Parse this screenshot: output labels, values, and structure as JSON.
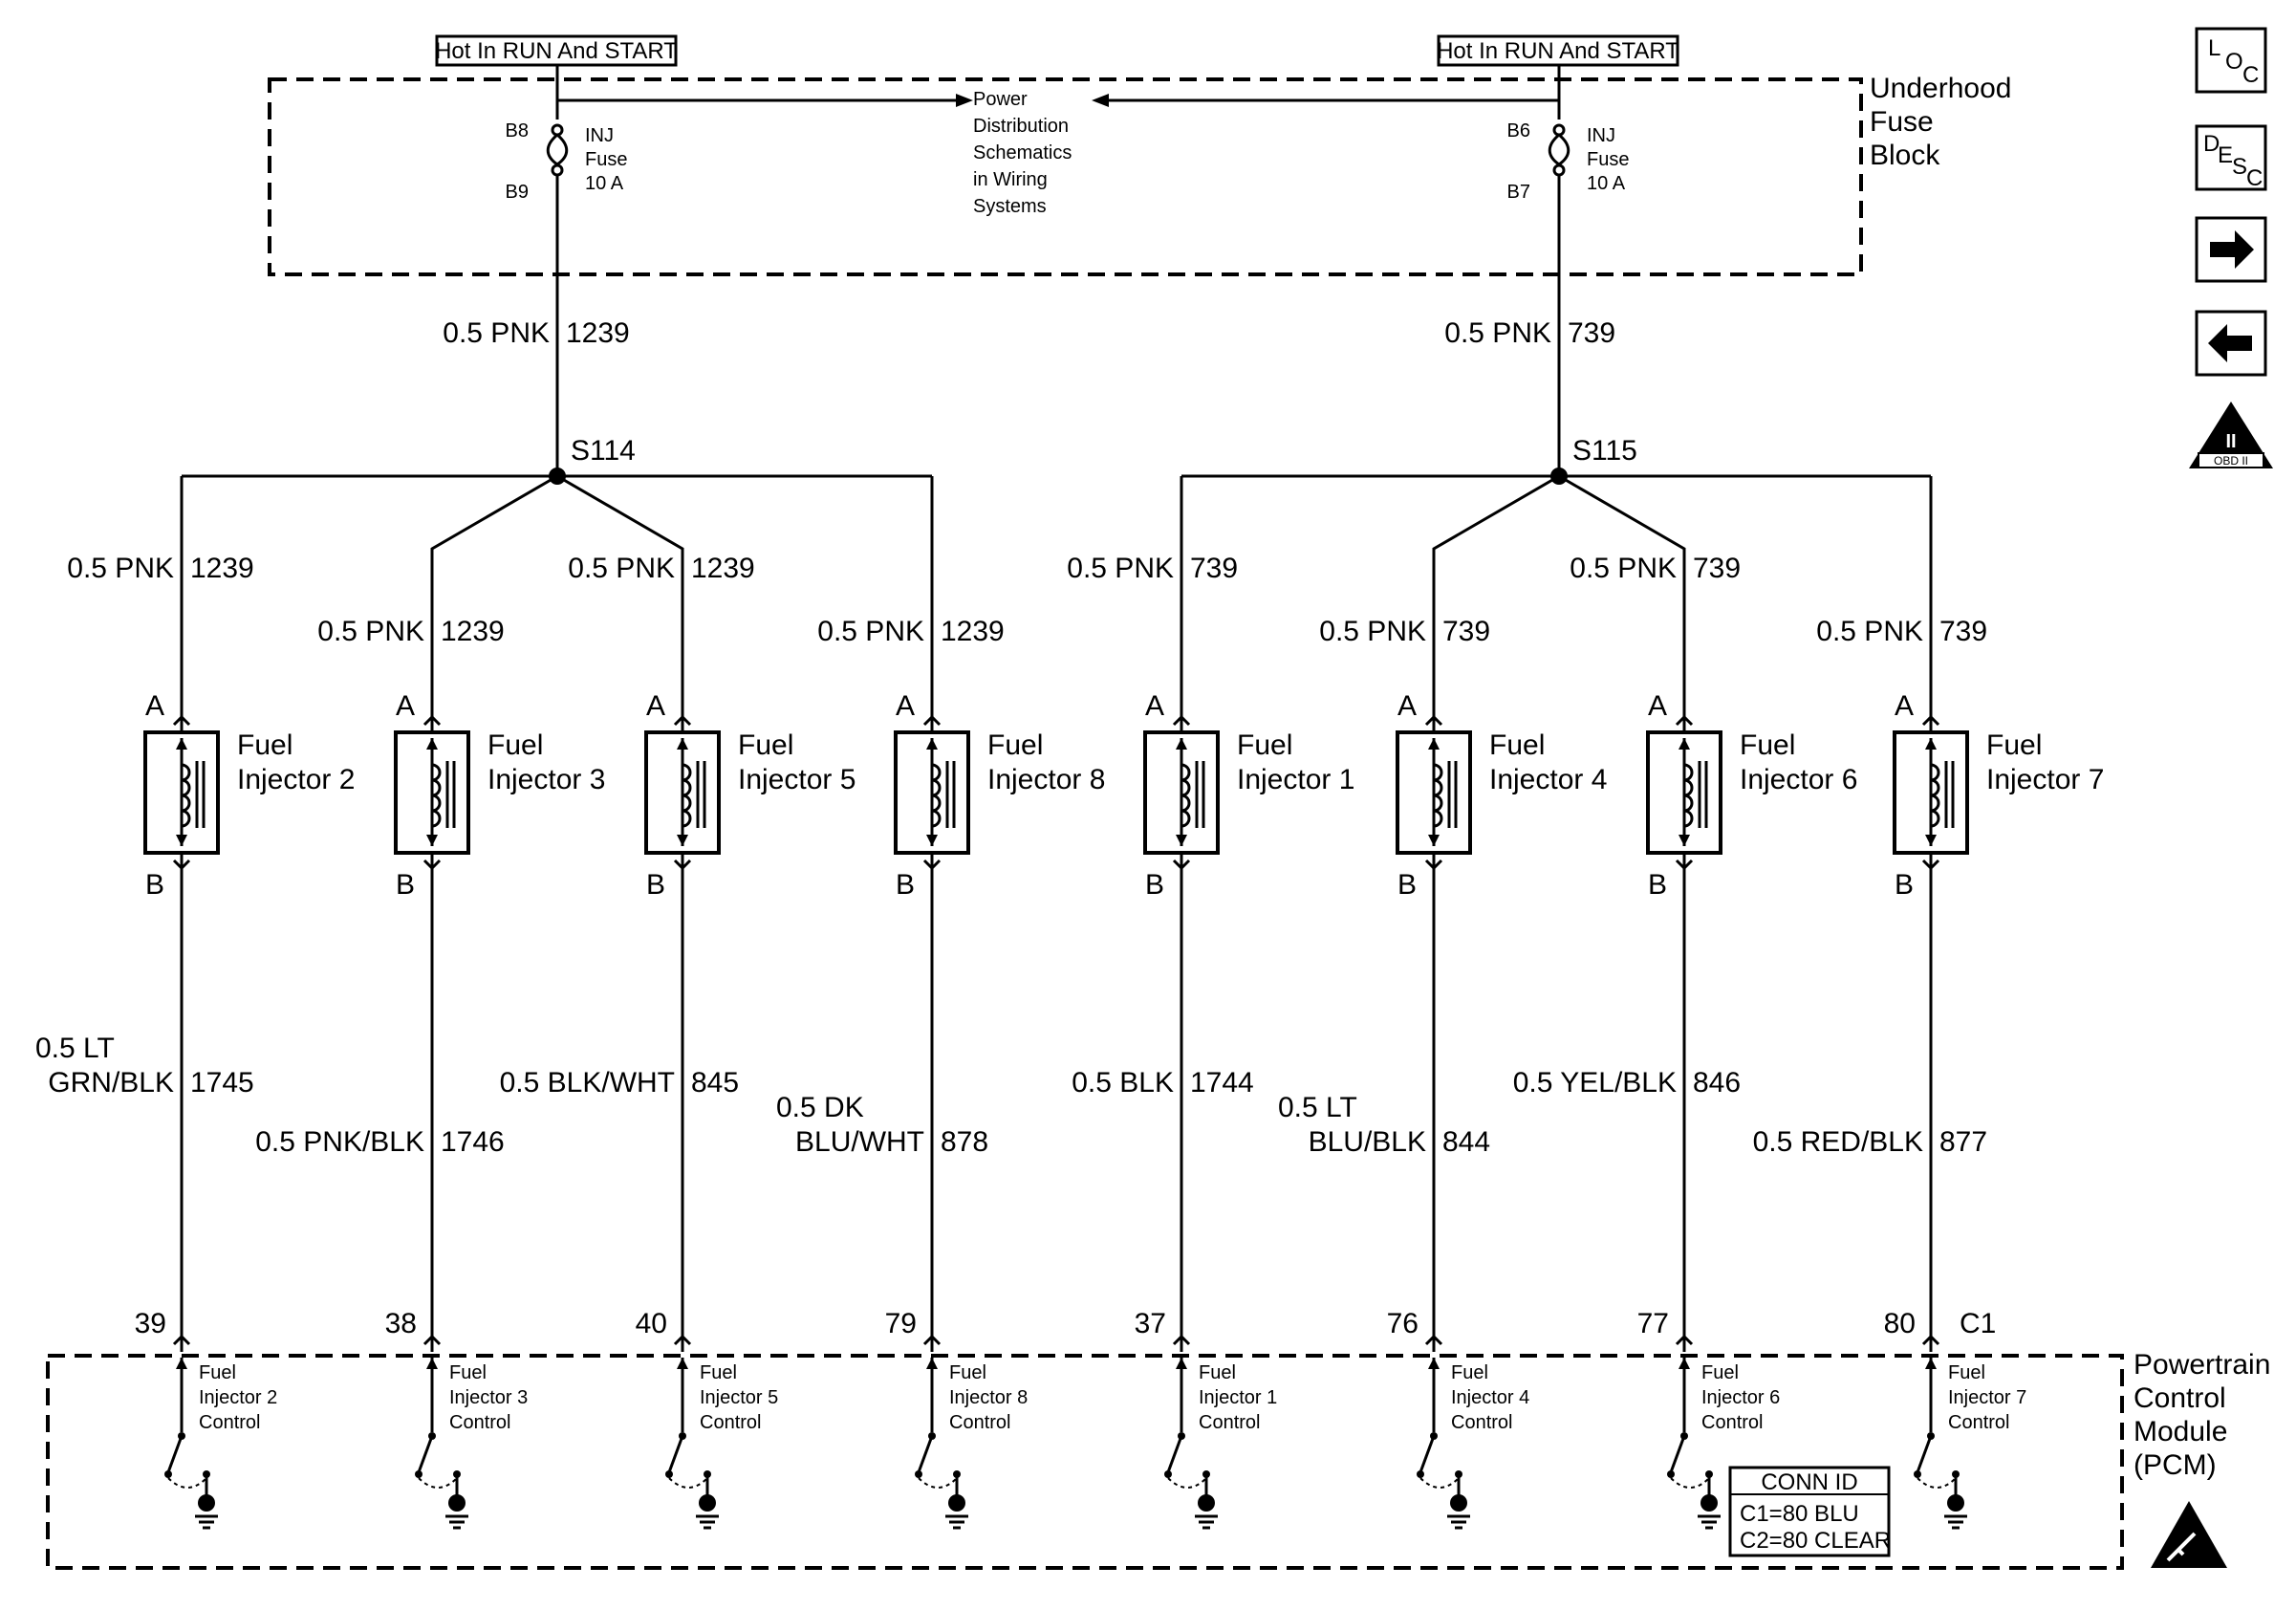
{
  "top": {
    "hot_left": "Hot In RUN And START",
    "hot_right": "Hot In RUN And START",
    "fuse_block": [
      "Underhood",
      "Fuse",
      "Block"
    ],
    "power_dist": [
      "Power",
      "Distribution",
      "Schematics",
      "in Wiring",
      "Systems"
    ],
    "fuse_left": {
      "in_pin": "B8",
      "out_pin": "B9",
      "label": [
        "INJ",
        "Fuse",
        "10 A"
      ]
    },
    "fuse_right": {
      "in_pin": "B6",
      "out_pin": "B7",
      "label": [
        "INJ",
        "Fuse",
        "10 A"
      ]
    },
    "feed_left": {
      "size_color": "0.5 PNK",
      "circuit": "1239"
    },
    "feed_right": {
      "size_color": "0.5 PNK",
      "circuit": "739"
    },
    "splice_left": "S114",
    "splice_right": "S115"
  },
  "injectors": [
    {
      "label": [
        "Fuel",
        "Injector 2"
      ],
      "pin_a": "A",
      "pin_b": "B",
      "supply": "0.5 PNK",
      "supply_ckt": "1239",
      "ctrl": [
        "0.5 LT",
        "GRN/BLK"
      ],
      "ctrl_ckt": "1745",
      "pcm_pin": "39",
      "pcm_label": [
        "Fuel",
        "Injector 2",
        "Control"
      ]
    },
    {
      "label": [
        "Fuel",
        "Injector 3"
      ],
      "pin_a": "A",
      "pin_b": "B",
      "supply": "0.5 PNK",
      "supply_ckt": "1239",
      "ctrl": [
        "0.5 PNK/BLK"
      ],
      "ctrl_ckt": "1746",
      "pcm_pin": "38",
      "pcm_label": [
        "Fuel",
        "Injector 3",
        "Control"
      ]
    },
    {
      "label": [
        "Fuel",
        "Injector 5"
      ],
      "pin_a": "A",
      "pin_b": "B",
      "supply": "0.5 PNK",
      "supply_ckt": "1239",
      "ctrl": [
        "0.5 BLK/WHT"
      ],
      "ctrl_ckt": "845",
      "pcm_pin": "40",
      "pcm_label": [
        "Fuel",
        "Injector 5",
        "Control"
      ]
    },
    {
      "label": [
        "Fuel",
        "Injector 8"
      ],
      "pin_a": "A",
      "pin_b": "B",
      "supply": "0.5 PNK",
      "supply_ckt": "1239",
      "ctrl": [
        "0.5 DK",
        "BLU/WHT"
      ],
      "ctrl_ckt": "878",
      "pcm_pin": "79",
      "pcm_label": [
        "Fuel",
        "Injector 8",
        "Control"
      ]
    },
    {
      "label": [
        "Fuel",
        "Injector 1"
      ],
      "pin_a": "A",
      "pin_b": "B",
      "supply": "0.5 PNK",
      "supply_ckt": "739",
      "ctrl": [
        "0.5 BLK"
      ],
      "ctrl_ckt": "1744",
      "pcm_pin": "37",
      "pcm_label": [
        "Fuel",
        "Injector 1",
        "Control"
      ]
    },
    {
      "label": [
        "Fuel",
        "Injector 4"
      ],
      "pin_a": "A",
      "pin_b": "B",
      "supply": "0.5 PNK",
      "supply_ckt": "739",
      "ctrl": [
        "0.5 LT",
        "BLU/BLK"
      ],
      "ctrl_ckt": "844",
      "pcm_pin": "76",
      "pcm_label": [
        "Fuel",
        "Injector 4",
        "Control"
      ]
    },
    {
      "label": [
        "Fuel",
        "Injector 6"
      ],
      "pin_a": "A",
      "pin_b": "B",
      "supply": "0.5 PNK",
      "supply_ckt": "739",
      "ctrl": [
        "0.5 YEL/BLK"
      ],
      "ctrl_ckt": "846",
      "pcm_pin": "77",
      "pcm_label": [
        "Fuel",
        "Injector 6",
        "Control"
      ]
    },
    {
      "label": [
        "Fuel",
        "Injector 7"
      ],
      "pin_a": "A",
      "pin_b": "B",
      "supply": "0.5 PNK",
      "supply_ckt": "739",
      "ctrl": [
        "0.5 RED/BLK"
      ],
      "ctrl_ckt": "877",
      "pcm_pin": "80",
      "pcm_label": [
        "Fuel",
        "Injector 7",
        "Control"
      ]
    }
  ],
  "pcm": {
    "connector": "C1",
    "name": [
      "Powertrain",
      "Control",
      "Module",
      "(PCM)"
    ],
    "conn_id": {
      "title": "CONN ID",
      "lines": [
        "C1=80 BLU",
        "C2=80 CLEAR"
      ]
    }
  },
  "nav": {
    "loc": {
      "a": "L",
      "b": "O",
      "c": "C"
    },
    "desc": {
      "a": "D",
      "b": "E",
      "c": "S",
      "d": "C"
    },
    "obd": {
      "roman": "II",
      "label": "OBD II"
    },
    "forward_icon": "right-arrow-icon",
    "back_icon": "left-arrow-icon",
    "esd_icon": "esd-warning-icon"
  }
}
